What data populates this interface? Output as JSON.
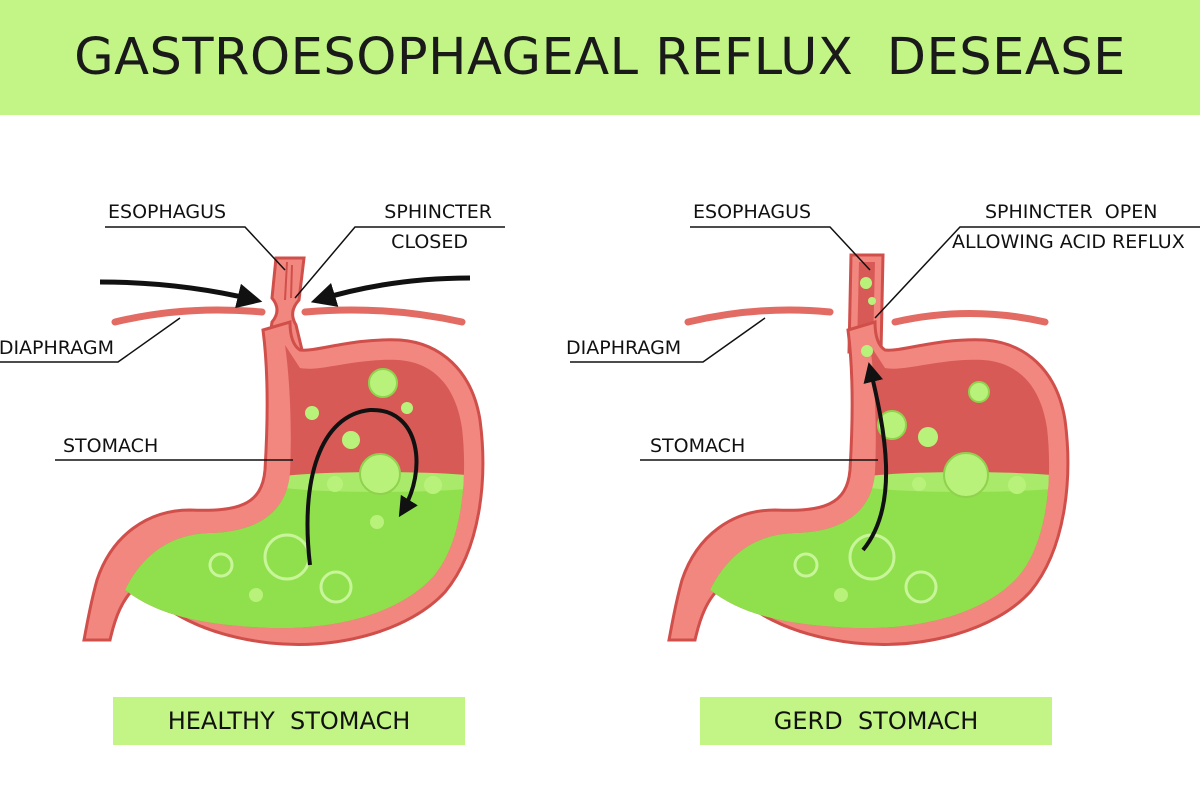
{
  "title": "GASTROESOPHAGEAL REFLUX  DESEASE",
  "panels": [
    {
      "caption": "HEALTHY  STOMACH",
      "labels": {
        "esophagus": "ESOPHAGUS",
        "sphincter_line1": "SPHINCTER",
        "sphincter_line2": "CLOSED",
        "diaphragm": "DIAPHRAGM",
        "stomach": "STOMACH"
      }
    },
    {
      "caption": "GERD  STOMACH",
      "labels": {
        "esophagus": "ESOPHAGUS",
        "sphincter_line1": "SPHINCTER  OPEN",
        "sphincter_line2": "ALLOWING ACID REFLUX",
        "diaphragm": "DIAPHRAGM",
        "stomach": "STOMACH"
      }
    }
  ],
  "colors": {
    "banner": "#c2f585",
    "stomach_wall": "#f2877f",
    "stomach_inner": "#d85a57",
    "acid": "#8fe04c",
    "bubble": "#b9f27a"
  }
}
